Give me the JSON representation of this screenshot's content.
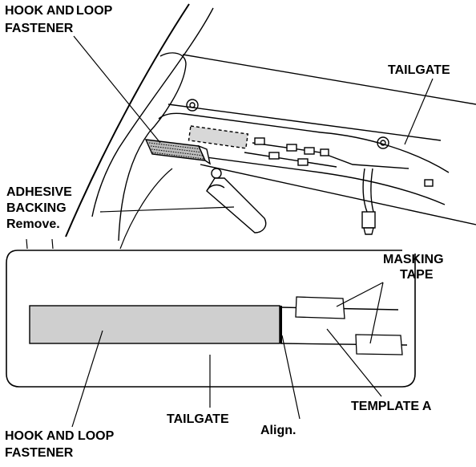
{
  "labels": {
    "hook_loop_top_line1": "HOOK AND",
    "hook_loop_top_line2": "LOOP",
    "hook_loop_top_line3": "FASTENER",
    "tailgate_top": "TAILGATE",
    "adhesive_line1": "ADHESIVE",
    "adhesive_line2": "BACKING",
    "adhesive_line3": "Remove.",
    "masking_line1": "MASKING",
    "masking_line2": "TAPE",
    "template_a": "TEMPLATE A",
    "tailgate_bottom": "TAILGATE",
    "align": "Align.",
    "hook_loop_bottom_line1": "HOOK AND LOOP",
    "hook_loop_bottom_line2": "FASTENER"
  },
  "colors": {
    "line": "#000000",
    "fastener_fill": "#cfcfcf",
    "dashed_patch": "#d8d8d8",
    "background": "#ffffff"
  }
}
